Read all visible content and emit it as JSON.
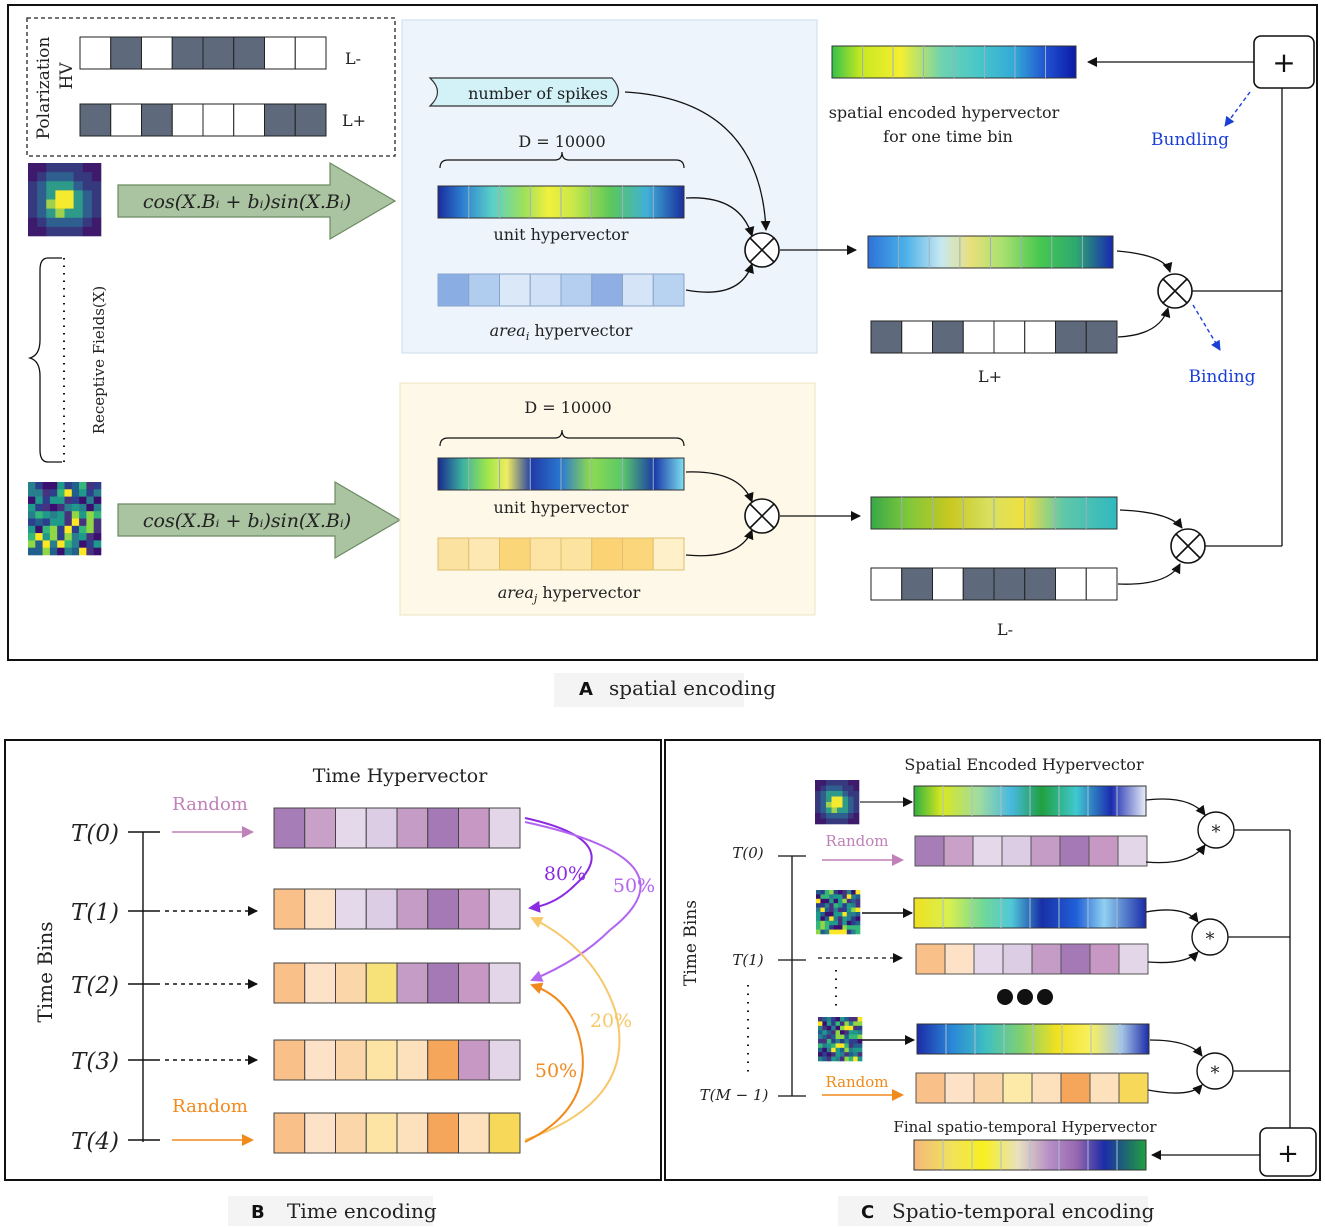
{
  "panel_a": {
    "polarization_title": "Polarization",
    "polarization_hv": "HV",
    "l_minus": "L-",
    "l_plus": "L+",
    "number_of_spikes": "number of spikes",
    "dimension": "D = 10000",
    "unit_hypervector": "unit hypervector",
    "area_i": "area",
    "area_i_sub": "i",
    "area_j": "area",
    "area_j_sub": "j",
    "area_suffix": " hypervector",
    "formula": "cos(X.Bᵢ + bᵢ)sin(X.Bᵢ)",
    "receptive_fields": "Receptive Fields(X)",
    "spatial_line1": "spatial encoded hypervector",
    "spatial_line2": "for one time bin",
    "bundling": "Bundling",
    "binding": "Binding",
    "plus": "+",
    "caption_letter": "A",
    "caption": "spatial encoding"
  },
  "panel_b": {
    "title": "Time Hypervector",
    "time_bins": "Time  Bins",
    "t_labels": [
      "T(0)",
      "T(1)",
      "T(2)",
      "T(3)",
      "T(4)"
    ],
    "random_top": "Random",
    "random_bottom": "Random",
    "p80": "80%",
    "p50a": "50%",
    "p20": "20%",
    "p50b": "50%",
    "caption_letter": "B",
    "caption": "Time encoding"
  },
  "panel_c": {
    "title": "Spatial Encoded Hypervector",
    "time_bins": "Time  Bins",
    "t0": "T(0)",
    "t1": "T(1)",
    "tm": "T(M − 1)",
    "random_top": "Random",
    "random_bottom": "Random",
    "star": "*",
    "final": "Final spatio-temporal Hypervector",
    "plus": "+",
    "caption_letter": "C",
    "caption": "Spatio-temporal encoding"
  },
  "colors": {
    "dark_cell": "#5e6a7c",
    "lavender": "#e0d4e6",
    "purple": "#a77db8",
    "orange": "#f59a2e",
    "pink_purple": "#c28fbe",
    "blue_text": "#1a3fd6"
  }
}
